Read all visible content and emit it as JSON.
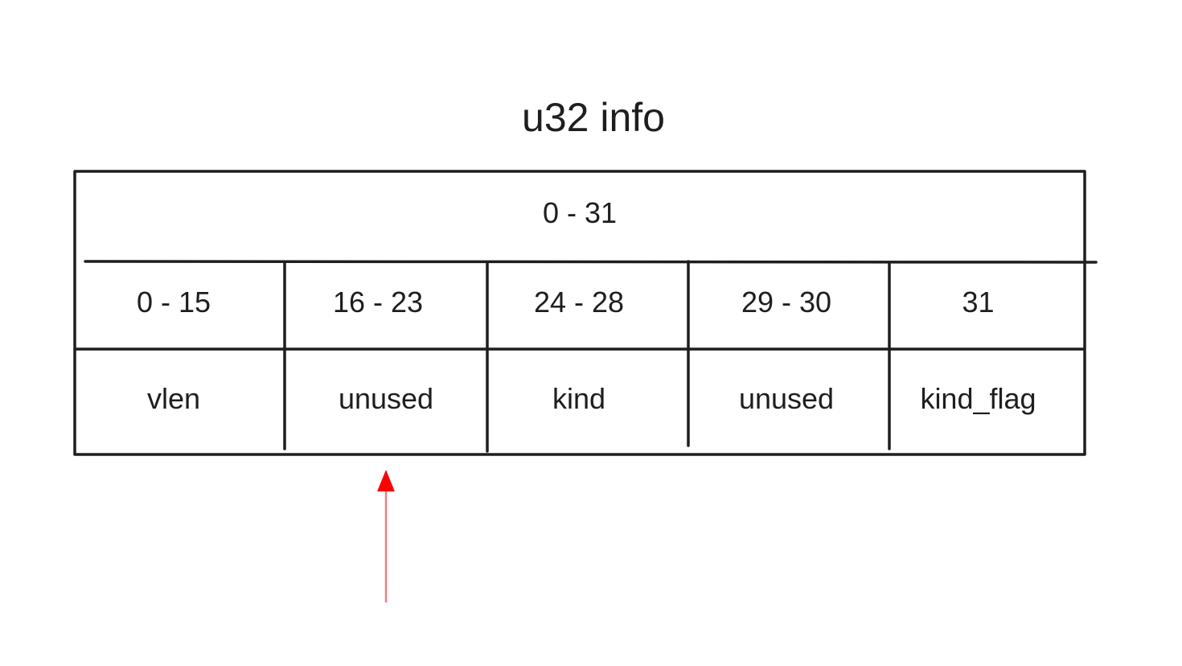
{
  "title": "u32 info",
  "full_range": "0 - 31",
  "fields": [
    {
      "bits": "0 - 15",
      "name": "vlen"
    },
    {
      "bits": "16 - 23",
      "name": "unused"
    },
    {
      "bits": "24 - 28",
      "name": "kind"
    },
    {
      "bits": "29 - 30",
      "name": "unused"
    },
    {
      "bits": "31",
      "name": "kind_flag"
    }
  ],
  "colors": {
    "stroke": "#1e1e1e",
    "arrow": "#e03131",
    "arrow_line": "#f08080"
  }
}
